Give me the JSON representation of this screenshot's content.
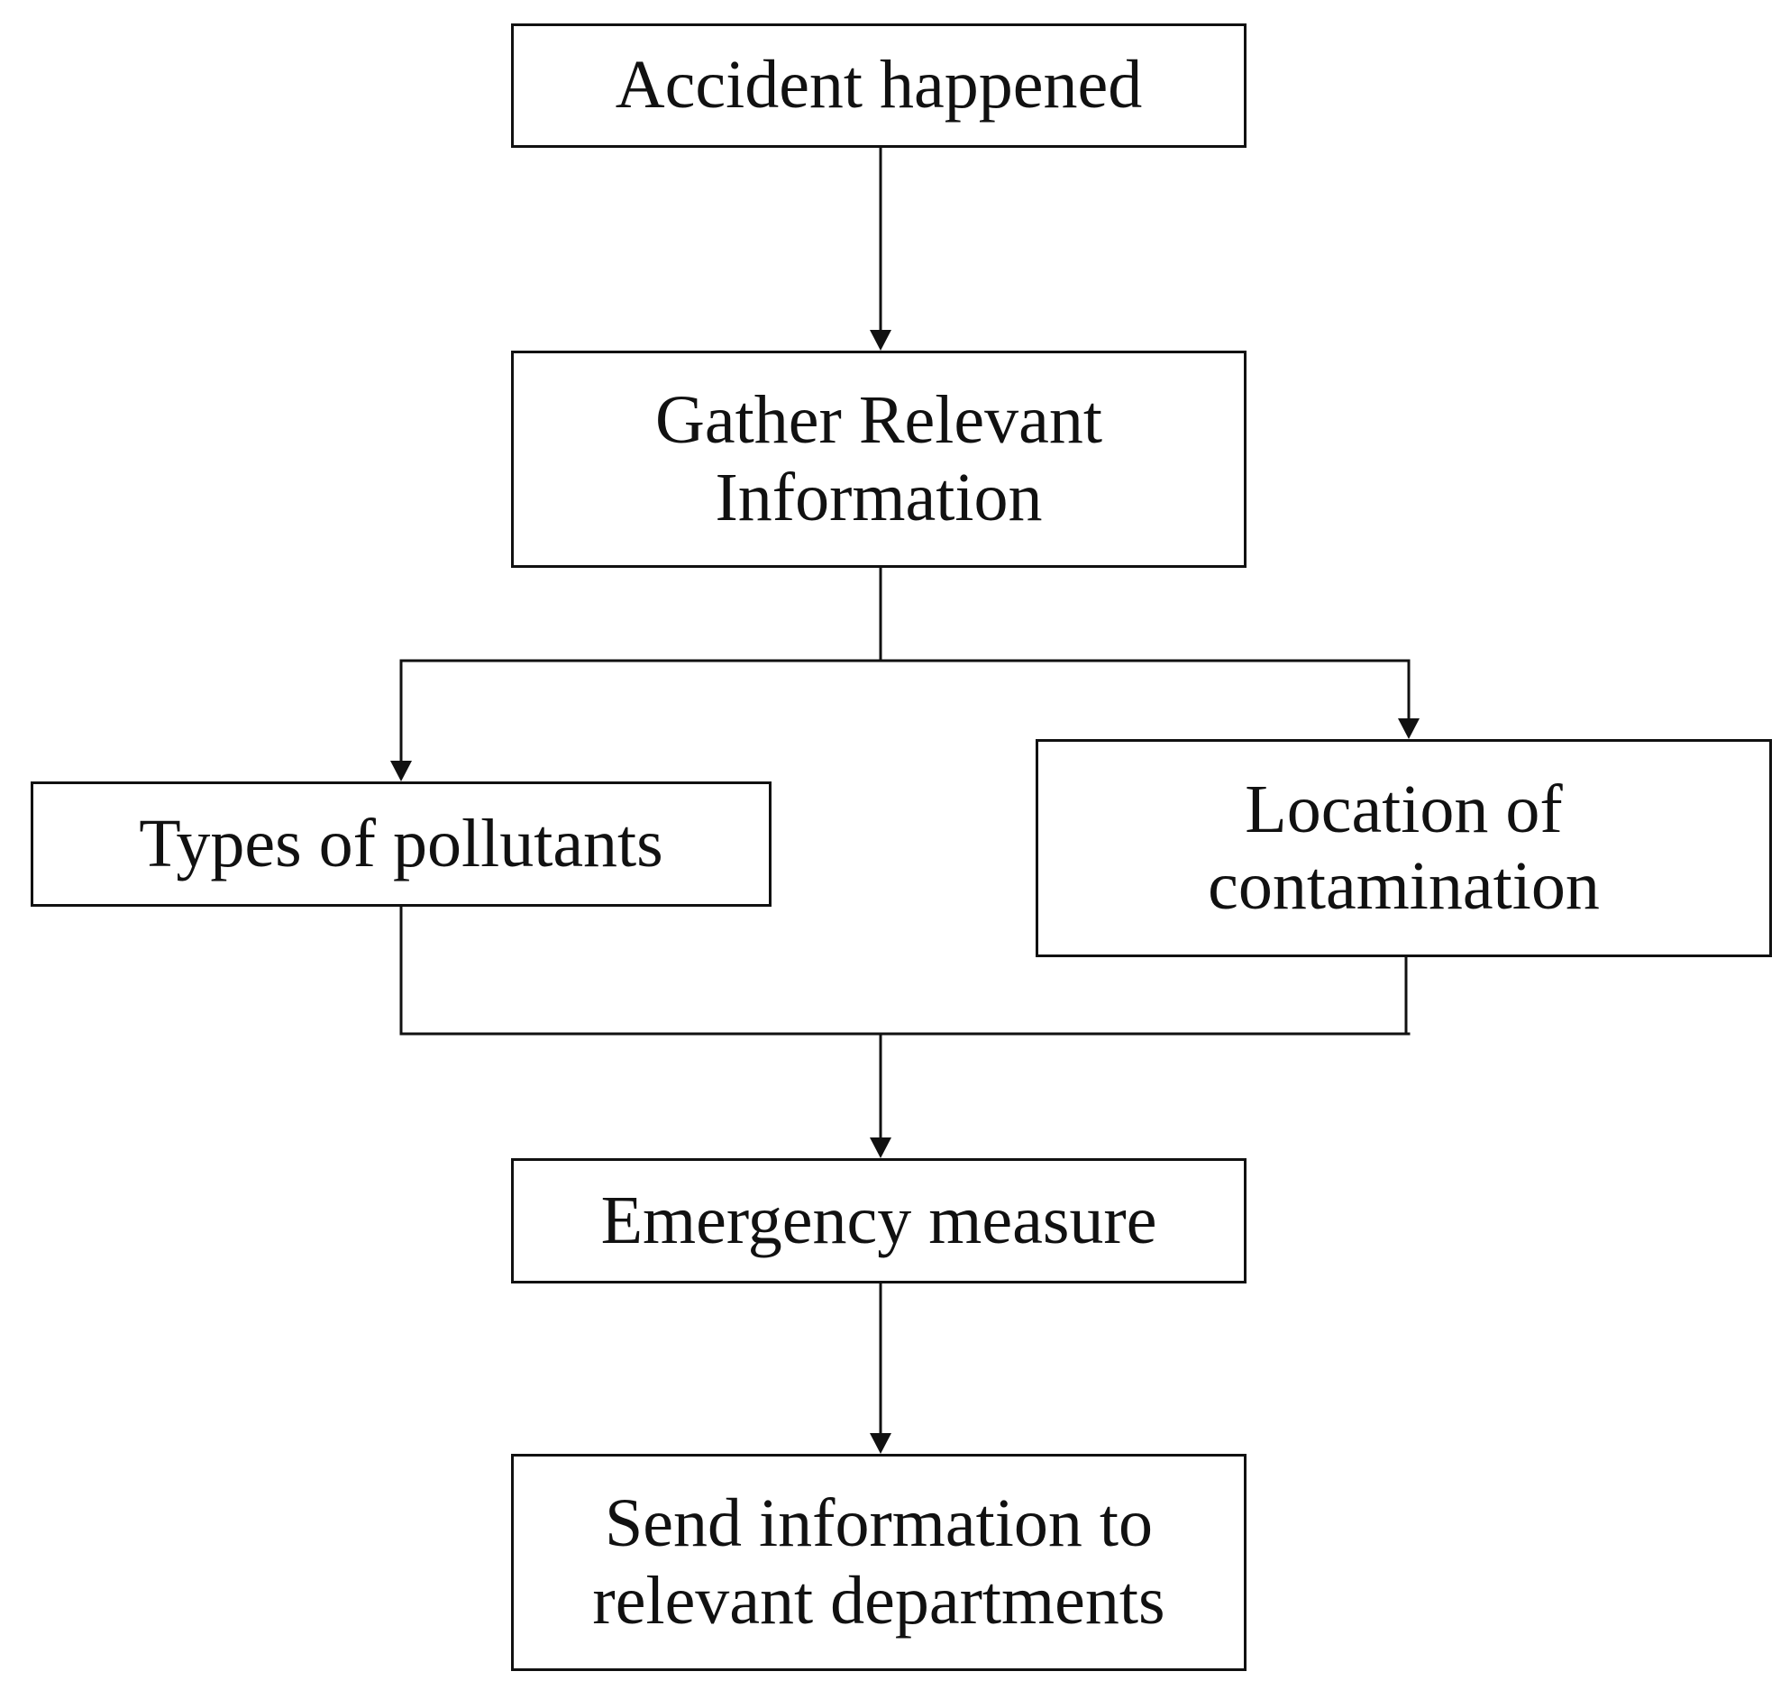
{
  "diagram": {
    "nodes": {
      "accident": "Accident happened",
      "gather": "Gather Relevant\nInformation",
      "pollutants": "Types of pollutants",
      "location": "Location of\ncontamination",
      "emergency": "Emergency measure",
      "send": "Send information to\nrelevant departments"
    },
    "edges": [
      {
        "from": "accident",
        "to": "gather"
      },
      {
        "from": "gather",
        "to": "pollutants"
      },
      {
        "from": "gather",
        "to": "location"
      },
      {
        "from": "pollutants",
        "to": "emergency"
      },
      {
        "from": "location",
        "to": "emergency"
      },
      {
        "from": "emergency",
        "to": "send"
      }
    ]
  }
}
